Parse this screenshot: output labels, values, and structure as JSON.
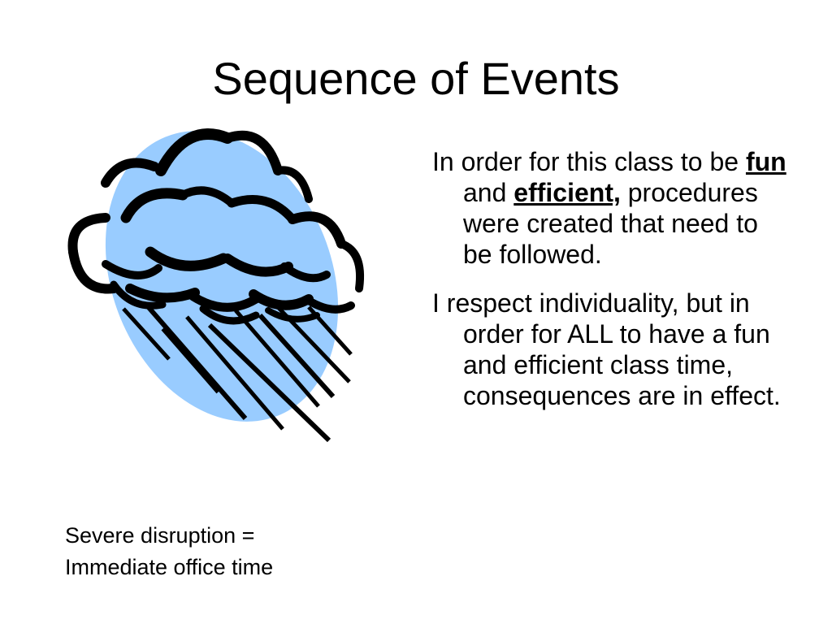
{
  "slide": {
    "title": "Sequence of Events",
    "paragraph_1": {
      "text_before": "In order for this class to be ",
      "emphasis_1": "fun",
      "text_between": " and ",
      "emphasis_2": "efficient,",
      "text_after": " procedures were created that need to be followed."
    },
    "paragraph_2": {
      "text": "I respect individuality, but in order for ALL to have a fun and efficient class time, consequences are in effect."
    },
    "caption": {
      "line_1": "Severe disruption =",
      "line_2": "Immediate office time"
    },
    "clipart": {
      "icon": "rain-cloud-icon",
      "background_color": "#99ccff",
      "ink_color": "#000000"
    }
  }
}
